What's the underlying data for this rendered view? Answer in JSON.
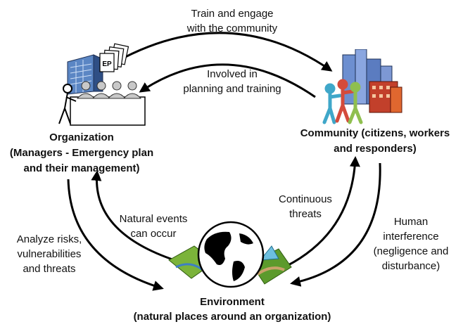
{
  "nodes": {
    "organization": {
      "title": "Organization",
      "subtitle_line1": "(Managers - Emergency plan",
      "subtitle_line2": "and their management)",
      "doc_badge": "EP"
    },
    "community": {
      "title_line1": "Community (citizens, workers",
      "title_line2": "and responders)"
    },
    "environment": {
      "title": "Environment",
      "subtitle": "(natural places around an organization)"
    }
  },
  "edges": {
    "train_engage": {
      "line1": "Train and engage",
      "line2": "with the community"
    },
    "involved": {
      "line1": "Involved in",
      "line2": "planning and training"
    },
    "analyze": {
      "line1": "Analyze risks,",
      "line2": "vulnerabilities",
      "line3": "and threats"
    },
    "natural_events": {
      "line1": "Natural events",
      "line2": "can occur"
    },
    "continuous": {
      "line1": "Continuous",
      "line2": "threats"
    },
    "human": {
      "line1": "Human",
      "line2": "interference",
      "line3": "(negligence and",
      "line4": "disturbance)"
    }
  },
  "icons": {
    "organization": "office-building-with-managers-icon",
    "community": "city-with-people-icon",
    "environment": "globe-with-landscapes-icon"
  }
}
